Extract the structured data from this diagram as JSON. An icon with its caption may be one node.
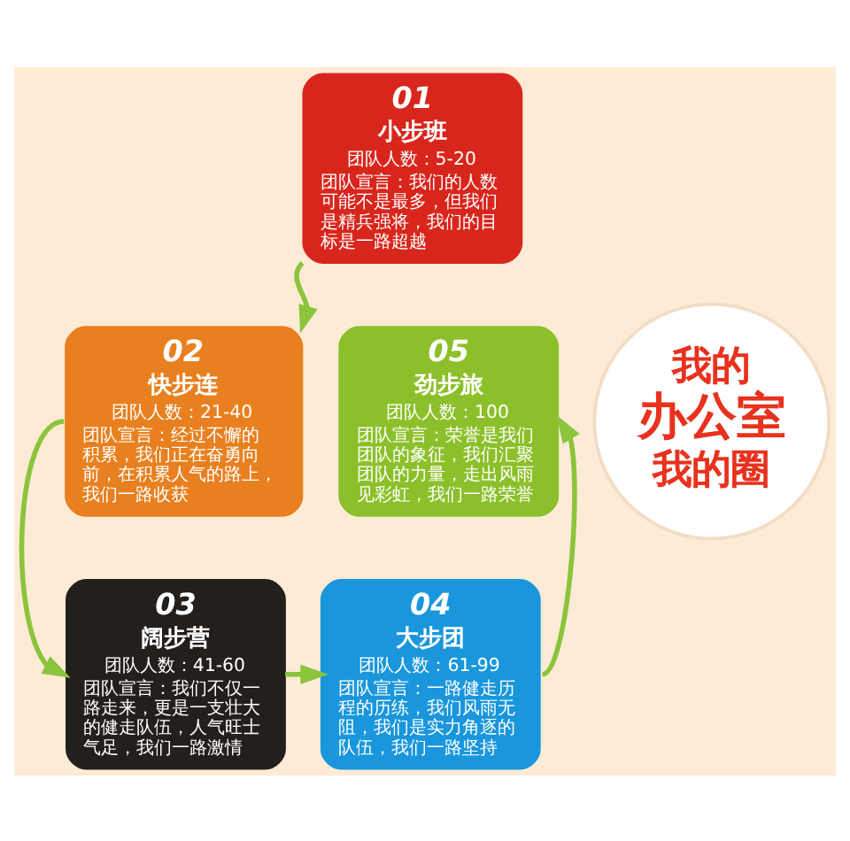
{
  "diagram": {
    "nodes": [
      {
        "text": [
          "01",
          "小步班",
          "团队人数：5-20",
          "团队宣言：我们的人数可能不是最多，但我们是精兵强将，我们的目标是一路超越"
        ]
      },
      {
        "text": [
          "02",
          "快步连",
          "团队人数：21-40",
          "团队宣言：经过不懈的积累，我们正在奋勇向前，在积累人气的路上，我们一路收获"
        ]
      },
      {
        "text": [
          "03",
          "阔步营",
          "团队人数：41-60",
          "团队宣言：我们不仅一路走来，更是一支壮大的健走队伍，人气旺士气足，我们一路激情"
        ]
      },
      {
        "text": [
          "04",
          "大步团",
          "团队人数：61-99",
          "团队宣言：一路健走历程的历练，我们风雨无阻，我们是实力角逐的队伍，我们一路坚持"
        ]
      },
      {
        "text": [
          "05",
          "劲步旅",
          "团队人数：100",
          "团队宣言：荣誉是我们团队的象征，我们汇聚团队的力量，走出风雨见彩虹，我们一路荣誉"
        ]
      },
      {
        "text": [
          "我的办公室我的圈"
        ]
      }
    ],
    "edges": [
      {
        "from": 0,
        "to": 1,
        "arrow": "to"
      },
      {
        "from": 1,
        "to": 2,
        "arrow": "to"
      },
      {
        "from": 2,
        "to": 3,
        "arrow": "to"
      },
      {
        "from": 3,
        "to": 4,
        "arrow": "to"
      }
    ]
  }
}
